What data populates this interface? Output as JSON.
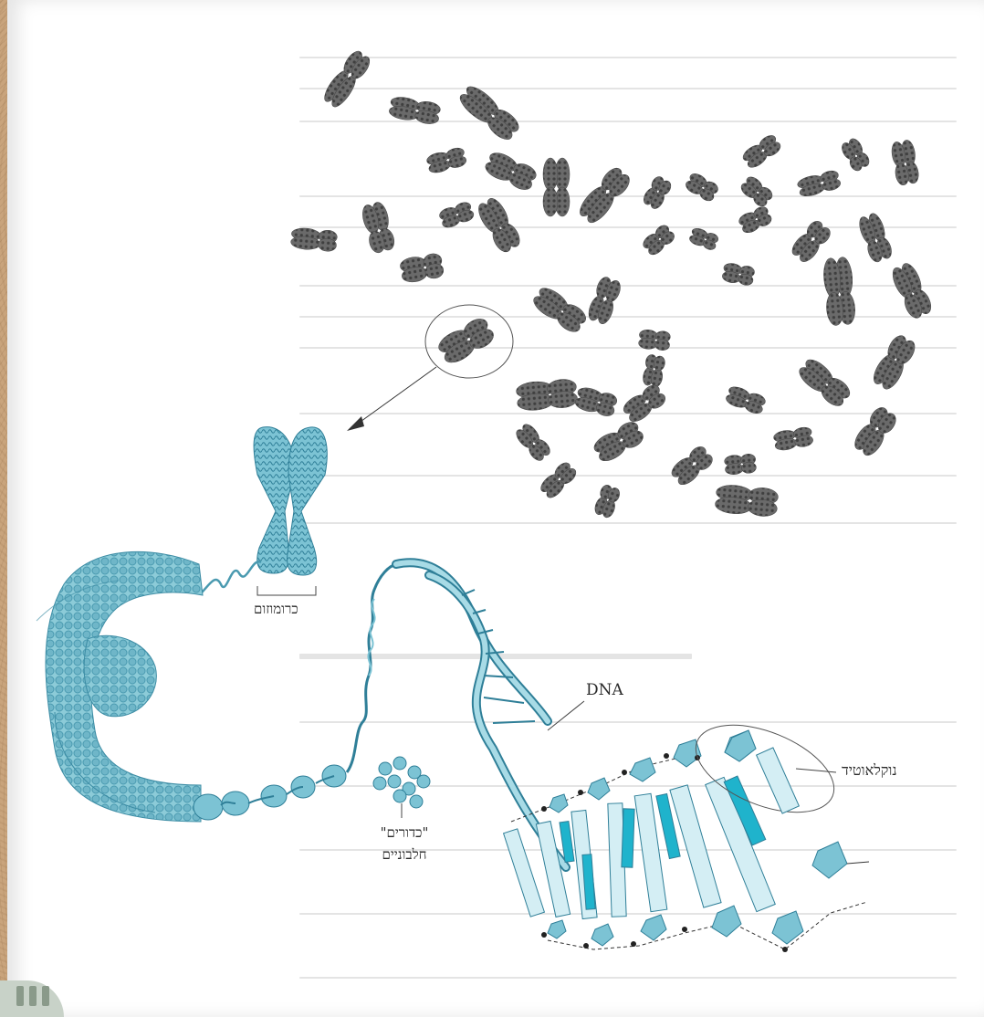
{
  "labels": {
    "chromosome": "כרומוזום",
    "dna": "DNA",
    "nucleotide": "נוקלאוטיד",
    "histones_line1": "\"כדורים\"",
    "histones_line2": "חלבוניים"
  },
  "colors": {
    "dna_blue": "#7cc3d4",
    "dna_dark": "#2f7f98",
    "base_cyan": "#1fb3cc",
    "chromosome_grey": "#555555",
    "cork": "#c9a47c"
  }
}
